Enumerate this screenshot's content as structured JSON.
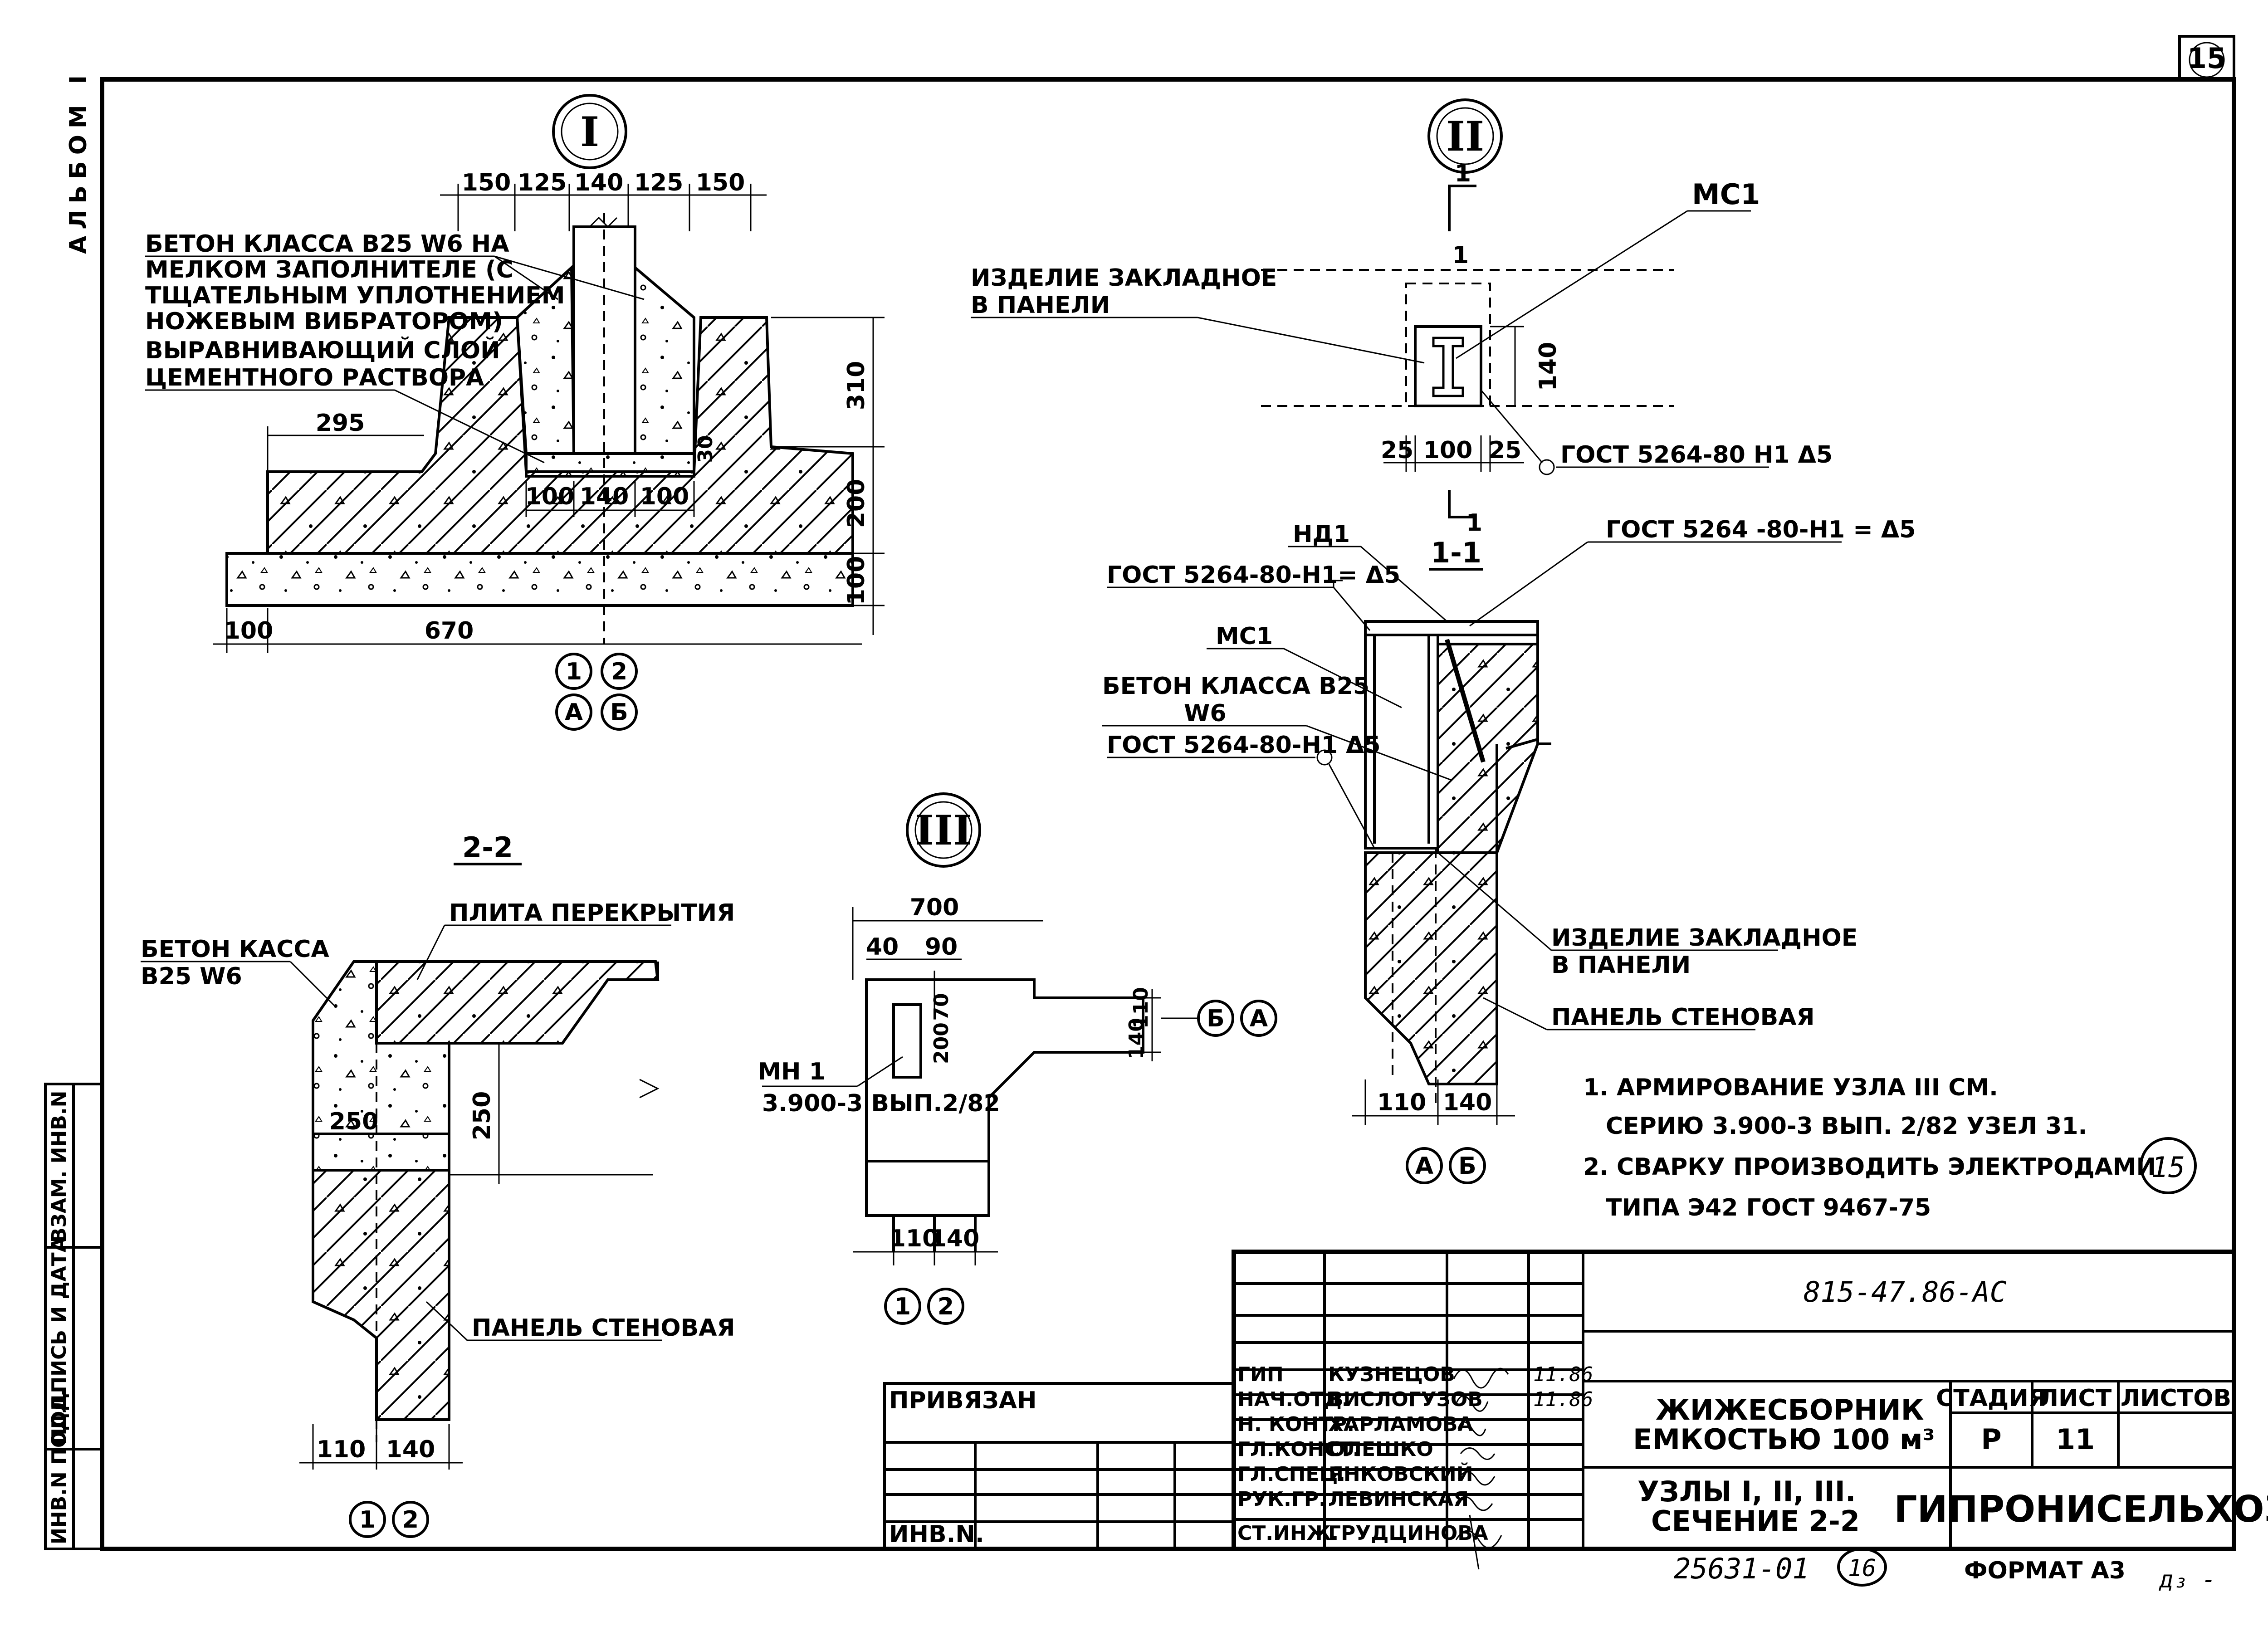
{
  "sheet": {
    "album_label": "АЛЬБОМ I",
    "sheet_mark": "15",
    "circled_mark": "15",
    "bottom_number": "25631-01",
    "bottom_circle": "16",
    "format": "ФОРМАТ А3",
    "corner_scribble": "д₃ -"
  },
  "side_stamp": [
    "ИНВ.N ПОДЛ.",
    "ПОДПИСЬ И ДАТА",
    "ВЗАМ. ИНВ.N"
  ],
  "node1": {
    "title": "I",
    "top_dims": [
      "150",
      "125",
      "140",
      "125",
      "150"
    ],
    "note1": [
      "БЕТОН КЛАССА В25 W6 НА",
      "МЕЛКОМ ЗАПОЛНИТЕЛЕ (С",
      "ТЩАТЕЛЬНЫМ УПЛОТНЕНИЕМ",
      "НОЖЕВЫМ ВИБРАТОРОМ)"
    ],
    "note2": [
      "ВЫРАВНИВАЮЩИЙ СЛОЙ",
      "ЦЕМЕНТНОГО РАСТВОРА"
    ],
    "dim_295": "295",
    "dim_30": "30",
    "dim_310": "310",
    "dim_200": "200",
    "dim_100_right": "100",
    "bottom_dims": [
      "100",
      "140",
      "100"
    ],
    "dim_100": "100",
    "dim_670": "670",
    "axes": [
      "1",
      "2",
      "А",
      "Б"
    ]
  },
  "node2": {
    "title": "II",
    "mc1": "МС1",
    "embed_label": [
      "ИЗДЕЛИЕ ЗАКЛАДНОЕ",
      "В ПАНЕЛИ"
    ],
    "dim_140": "140",
    "dims_bottom": [
      "25",
      "100",
      "25"
    ],
    "gost": "ГОСТ 5264-80 Н1 Δ5",
    "cut": "1"
  },
  "section11": {
    "title": "1-1",
    "hd1": "НД1",
    "gost_left": "ГОСТ 5264-80-Н1= Δ5",
    "gost_right": "ГОСТ 5264 -80-Н1 = Δ5",
    "mc1": "МС1",
    "concrete": [
      "БЕТОН КЛАССА В25",
      "W6"
    ],
    "gost_mid": "ГОСТ 5264-80-Н1 Δ5",
    "embed": [
      "ИЗДЕЛИЕ ЗАКЛАДНОЕ",
      "В ПАНЕЛИ"
    ],
    "panel": "ПАНЕЛЬ СТЕНОВАЯ",
    "dims": [
      "110",
      "140"
    ],
    "axes": [
      "А",
      "Б"
    ]
  },
  "node3": {
    "title": "III",
    "dim_700": "700",
    "dim_40": "40",
    "dim_90": "90",
    "dim_70": "70",
    "dim_200": "200",
    "dim_110": "110",
    "dim_140": "140",
    "mn_label": [
      "МН 1",
      "3.900-3 ВЫП.2/82"
    ],
    "bottom_dims": [
      "110",
      "140"
    ],
    "axes_right": [
      "Б",
      "А"
    ],
    "axes_bottom": [
      "1",
      "2"
    ]
  },
  "section22": {
    "title": "2-2",
    "slab": "ПЛИТА ПЕРЕКРЫТИЯ",
    "concrete": [
      "БЕТОН КАССА",
      "В25  W6"
    ],
    "dim_250a": "250",
    "dim_250b": "250",
    "panel": "ПАНЕЛЬ СТЕНОВАЯ",
    "bottom_dims": [
      "110",
      "140"
    ],
    "axes": [
      "1",
      "2"
    ]
  },
  "notes": [
    "1. АРМИРОВАНИЕ УЗЛА III СМ.",
    "СЕРИЮ 3.900-3 ВЫП. 2/82  УЗЕЛ 31.",
    "2. СВАРКУ ПРОИЗВОДИТЬ ЭЛЕКТРОДАМИ",
    "ТИПА Э42  ГОСТ 9467-75"
  ],
  "title_block": {
    "doc_code": "815-47.86-АС",
    "privyazan": "ПРИВЯЗАН",
    "inv": "ИНВ.N.",
    "roles": [
      "ГИП",
      "НАЧ.ОТД.",
      "Н. КОНТР.",
      "ГЛ.КОНСТ.",
      "ГЛ.СПЕЦ.",
      "РУК.ГР.",
      "СТ.ИНЖ."
    ],
    "names": [
      "КУЗНЕЦОВ",
      "ВИСЛОГУЗОВ",
      "ХАРЛАМОВА",
      "ОЛЕШКО",
      "ЯНКОВСКИЙ",
      "ЛЕВИНСКАЯ",
      "ГРУДЦИНОВА"
    ],
    "dates": [
      "11.86",
      "11.86"
    ],
    "object_title": [
      "ЖИЖЕСБОРНИК",
      "ЕМКОСТЬЮ  100 м³"
    ],
    "sheet_title": [
      "УЗЛЫ I, II, III.",
      "СЕЧЕНИЕ  2-2"
    ],
    "stage_hdr": "СТАДИЯ",
    "sheet_hdr": "ЛИСТ",
    "sheets_hdr": "ЛИСТОВ",
    "stage": "Р",
    "sheet": "11",
    "sheets": "",
    "org": "ГИПРОНИСЕЛЬХОЗ"
  }
}
